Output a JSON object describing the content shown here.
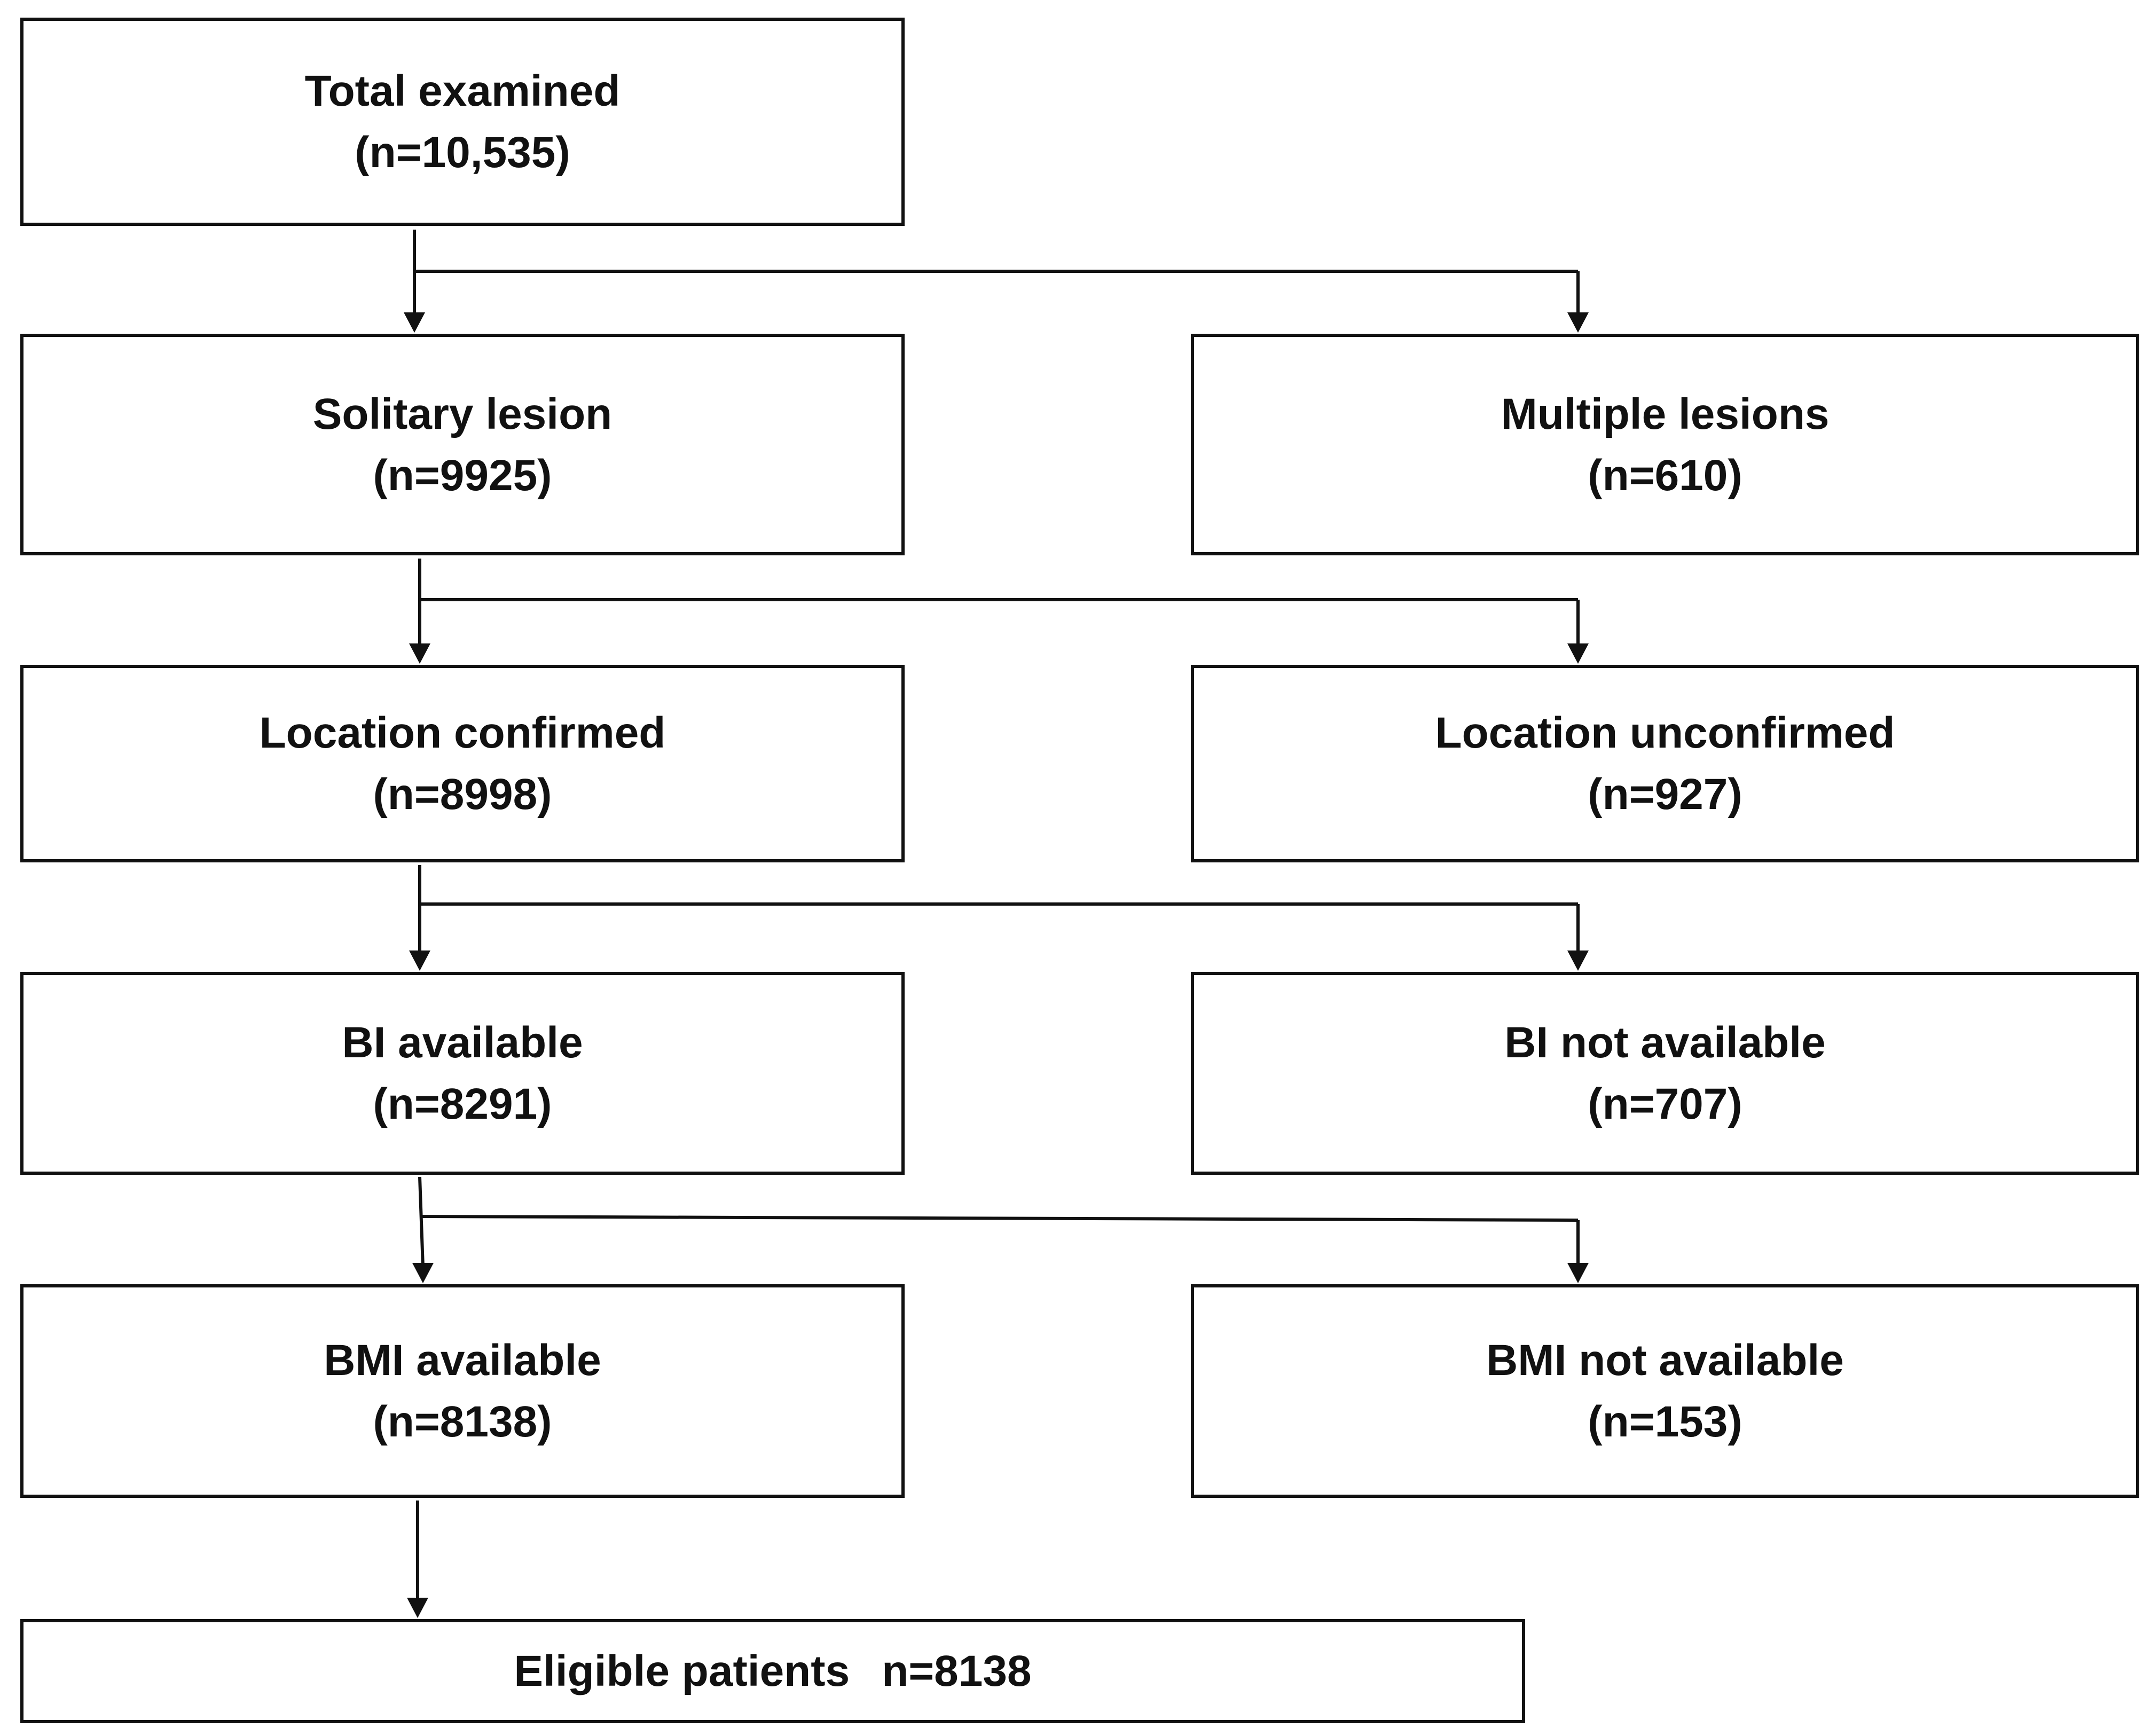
{
  "diagram": {
    "boxes": {
      "total_examined": {
        "title": "Total examined",
        "count": "(n=10,535)"
      },
      "solitary_lesion": {
        "title": "Solitary lesion",
        "count": "(n=9925)"
      },
      "multiple_lesions": {
        "title": "Multiple lesions",
        "count": "(n=610)"
      },
      "location_confirmed": {
        "title": "Location confirmed",
        "count": "(n=8998)"
      },
      "location_unconfirmed": {
        "title": "Location unconfirmed",
        "count": "(n=927)"
      },
      "bi_available": {
        "title": "BI available",
        "count": "(n=8291)"
      },
      "bi_not_available": {
        "title": "BI not available",
        "count": "(n=707)"
      },
      "bmi_available": {
        "title": "BMI available",
        "count": "(n=8138)"
      },
      "bmi_not_available": {
        "title": "BMI not available",
        "count": "(n=153)"
      },
      "eligible_patients": {
        "title": "Eligible patients",
        "count": "n=8138"
      }
    },
    "line_color": "#111111",
    "text_color": "#111111"
  }
}
